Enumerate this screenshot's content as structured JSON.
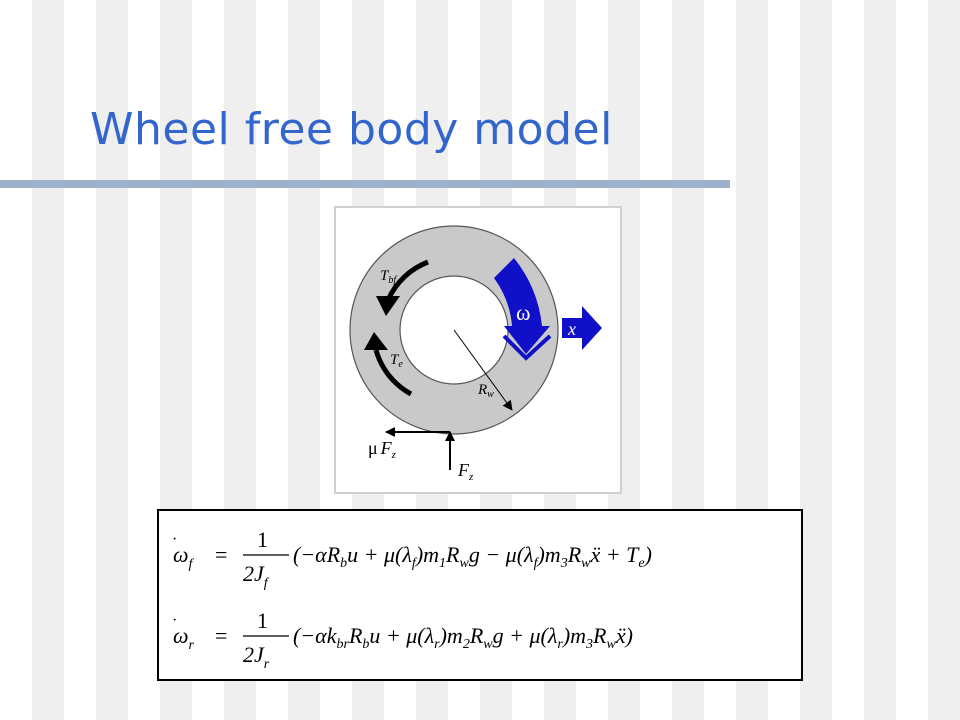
{
  "slide": {
    "title": "Wheel free body model"
  },
  "diagram": {
    "labels": {
      "braking_torque": "T",
      "braking_torque_sub": "bf",
      "engine_torque": "T",
      "engine_torque_sub": "e",
      "radius": "R",
      "radius_sub": "w",
      "angular_velocity": "ω",
      "direction": "x",
      "friction_mu": "μ",
      "friction_F": "F",
      "friction_sub": "z",
      "normal_F": "F",
      "normal_sub": "z"
    },
    "colors": {
      "wheel_gray": "#c9c9c9",
      "blue_arrow": "#1010c8",
      "black": "#000000"
    }
  },
  "equations": {
    "front": {
      "lhs_var": "ω",
      "lhs_sub": "f",
      "frac_num": "1",
      "frac_den": "2J",
      "frac_den_sub": "f",
      "terms": "(−αR",
      "terms_b": "b",
      "terms_u": "u + μ(λ",
      "lam_sub": "f",
      "m1_part": ")m",
      "m1_sub": "1",
      "rw1": "R",
      "rw1_sub": "w",
      "g_part": "g − μ(λ",
      "lam2_sub": "f",
      "m3_part": ")m",
      "m3_sub": "3",
      "rw2": "R",
      "rw2_sub": "w",
      "xdd": "ẍ",
      "te_part": " + T",
      "te_sub": "e",
      "close": ")"
    },
    "rear": {
      "lhs_var": "ω",
      "lhs_sub": "r",
      "frac_num": "1",
      "frac_den": "2J",
      "frac_den_sub": "r",
      "terms": "(−αk",
      "k_sub": "br",
      "rb": "R",
      "rb_sub": "b",
      "terms_u": "u + μ(λ",
      "lam_sub": "r",
      "m2_part": ")m",
      "m2_sub": "2",
      "rw1": "R",
      "rw1_sub": "w",
      "g_part": "g + μ(λ",
      "lam2_sub": "r",
      "m3_part": ")m",
      "m3_sub": "3",
      "rw2": "R",
      "rw2_sub": "w",
      "xdd": "ẍ",
      "close": ")"
    }
  }
}
